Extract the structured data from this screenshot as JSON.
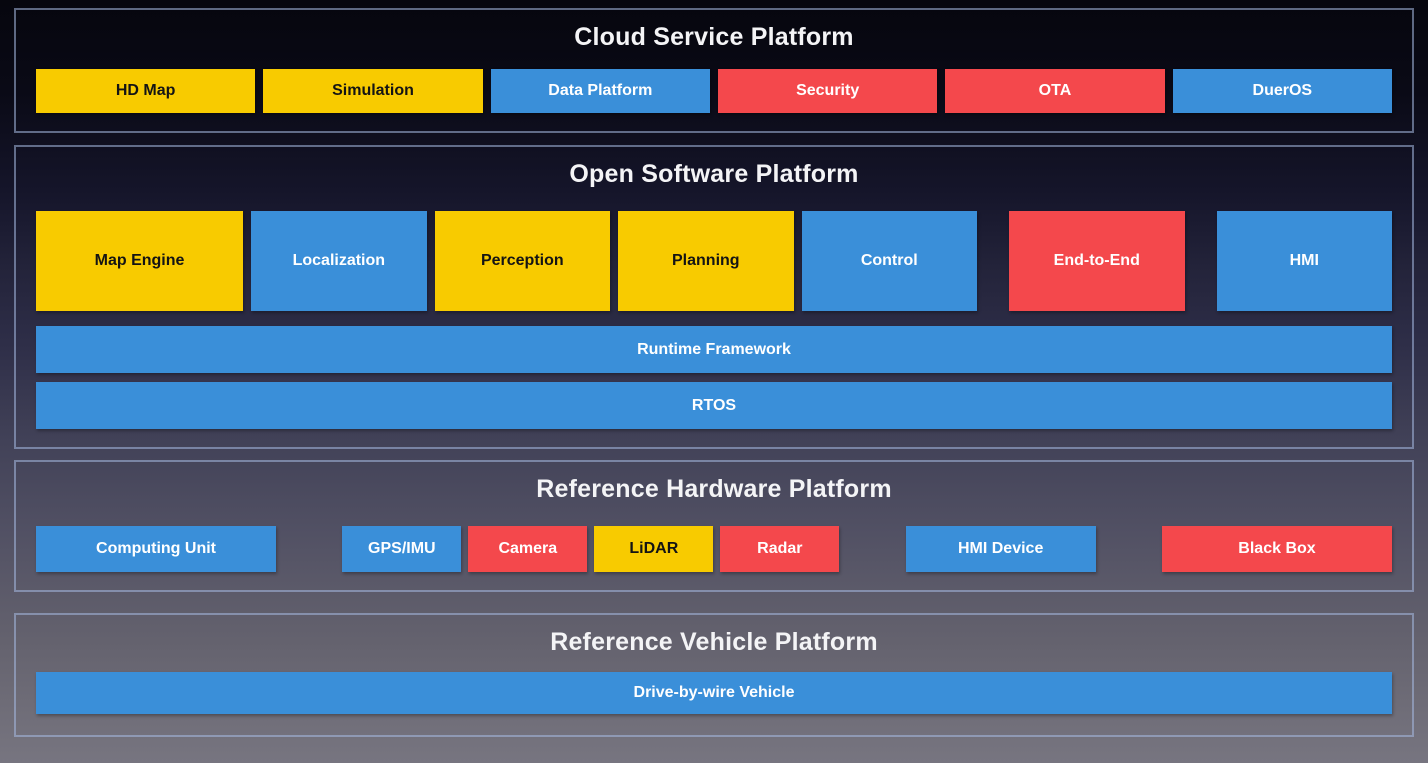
{
  "colors": {
    "yellow": "#F8CB00",
    "blue": "#3A8FD9",
    "red": "#F4484C",
    "text_on": {
      "yellow": "#141414",
      "blue": "#FFFFFF",
      "red": "#FFFFFF"
    }
  },
  "cloud": {
    "title": "Cloud Service Platform",
    "items": [
      {
        "label": "HD Map",
        "color": "yellow"
      },
      {
        "label": "Simulation",
        "color": "yellow"
      },
      {
        "label": "Data Platform",
        "color": "blue"
      },
      {
        "label": "Security",
        "color": "red"
      },
      {
        "label": "OTA",
        "color": "red"
      },
      {
        "label": "DuerOS",
        "color": "blue"
      }
    ]
  },
  "software": {
    "title": "Open Software Platform",
    "modules": [
      {
        "label": "Map Engine",
        "color": "yellow"
      },
      {
        "label": "Localization",
        "color": "blue"
      },
      {
        "label": "Perception",
        "color": "yellow"
      },
      {
        "label": "Planning",
        "color": "yellow"
      },
      {
        "label": "Control",
        "color": "blue"
      },
      {
        "label": "End-to-End",
        "color": "red"
      },
      {
        "label": "HMI",
        "color": "blue"
      }
    ],
    "bars": [
      {
        "label": "Runtime Framework",
        "color": "blue"
      },
      {
        "label": "RTOS",
        "color": "blue"
      }
    ]
  },
  "hardware": {
    "title": "Reference Hardware Platform",
    "computing": {
      "label": "Computing Unit",
      "color": "blue"
    },
    "sensors": [
      {
        "label": "GPS/IMU",
        "color": "blue"
      },
      {
        "label": "Camera",
        "color": "red"
      },
      {
        "label": "LiDAR",
        "color": "yellow"
      },
      {
        "label": "Radar",
        "color": "red"
      }
    ],
    "hmi_device": {
      "label": "HMI Device",
      "color": "blue"
    },
    "black_box": {
      "label": "Black Box",
      "color": "red"
    }
  },
  "vehicle": {
    "title": "Reference Vehicle Platform",
    "bar": {
      "label": "Drive-by-wire Vehicle",
      "color": "blue"
    }
  }
}
